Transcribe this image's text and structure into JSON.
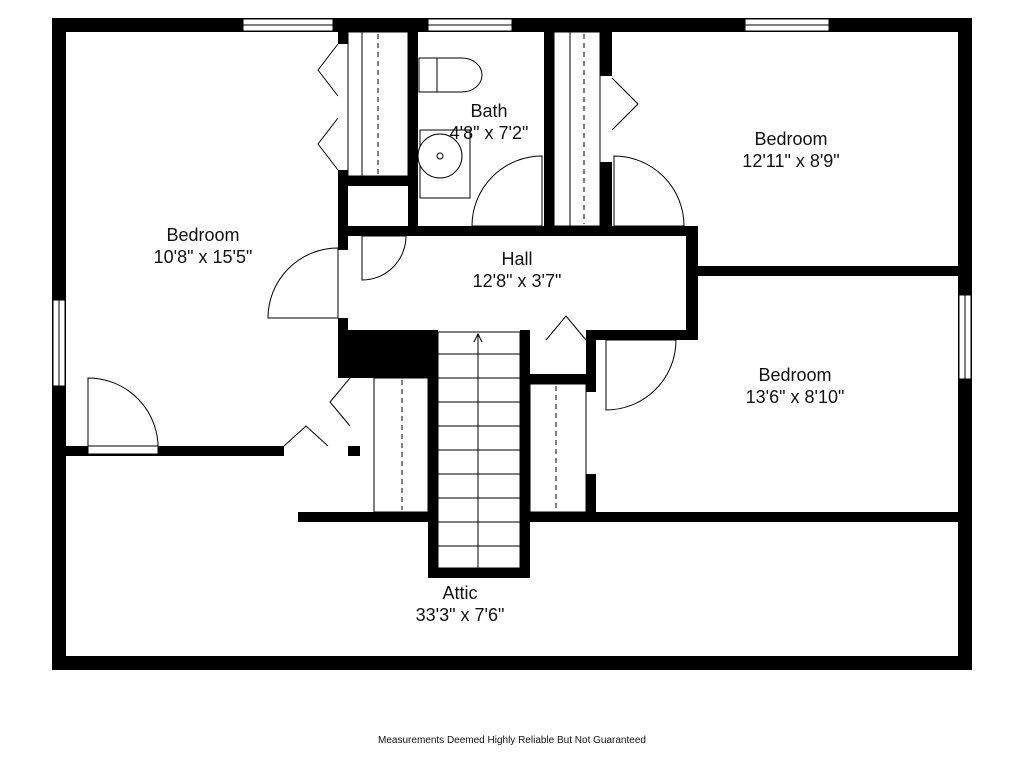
{
  "rooms": {
    "bedroom_left": {
      "name": "Bedroom",
      "dims": "10'8\" x 15'5\""
    },
    "bath": {
      "name": "Bath",
      "dims": "4'8\" x 7'2\""
    },
    "bedroom_right_top": {
      "name": "Bedroom",
      "dims": "12'11\" x 8'9\""
    },
    "hall": {
      "name": "Hall",
      "dims": "12'8\" x 3'7\""
    },
    "bedroom_right_bottom": {
      "name": "Bedroom",
      "dims": "13'6\" x 8'10\""
    },
    "attic": {
      "name": "Attic",
      "dims": "33'3\" x 7'6\""
    }
  },
  "footer": {
    "disclaimer": "Measurements Deemed Highly Reliable But Not Guaranteed"
  },
  "colors": {
    "wall": "#000000",
    "background": "#ffffff",
    "fixture_line": "#222222"
  }
}
